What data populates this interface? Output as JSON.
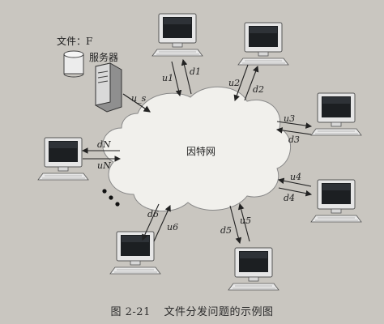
{
  "figure": {
    "number": "图 2-21",
    "caption": "文件分发问题的示例图"
  },
  "file_label": "文件：F",
  "server_label": "服务器",
  "cloud_label": "因特网",
  "server_link": {
    "upload": "u_s"
  },
  "peers": [
    {
      "id": "1",
      "upload": "u1",
      "download": "d1"
    },
    {
      "id": "2",
      "upload": "u2",
      "download": "d2"
    },
    {
      "id": "3",
      "upload": "u3",
      "download": "d3"
    },
    {
      "id": "4",
      "upload": "u4",
      "download": "d4"
    },
    {
      "id": "5",
      "upload": "u5",
      "download": "d5"
    },
    {
      "id": "6",
      "upload": "u6",
      "download": "d6"
    },
    {
      "id": "N",
      "upload": "uN",
      "download": "dN"
    }
  ],
  "ellipsis": "•••",
  "colors": {
    "background": "#c9c6c0",
    "cloud": "#f1f0ec",
    "screen": "#1c1f22",
    "monitor": "#e3e3e3",
    "ink": "#222222"
  }
}
